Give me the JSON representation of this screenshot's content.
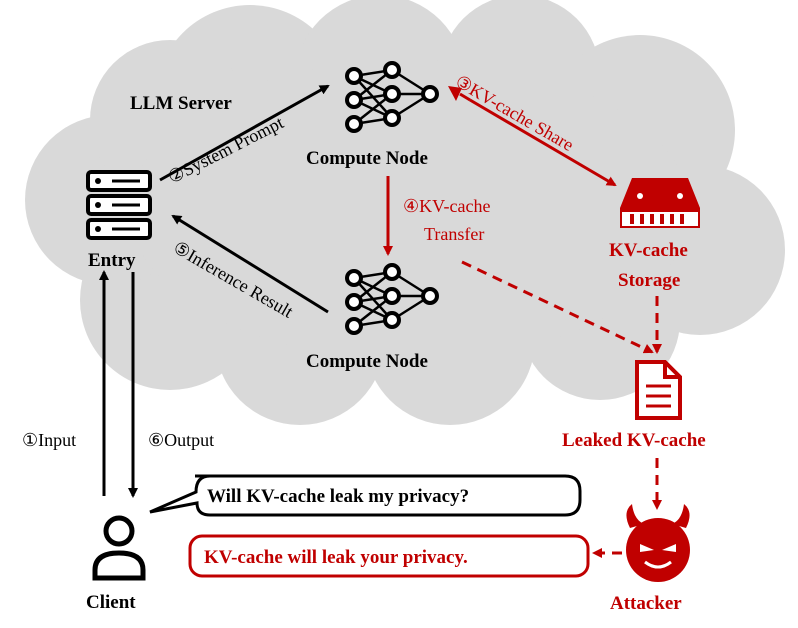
{
  "server_label": "LLM Server",
  "entry_label": "Entry",
  "compute_top_label": "Compute Node",
  "compute_bottom_label": "Compute Node",
  "storage_label_line1": "KV-cache",
  "storage_label_line2": "Storage",
  "leaked_label": "Leaked KV-cache",
  "attacker_label": "Attacker",
  "client_label": "Client",
  "step_input": "①Input",
  "step_system_prompt": "②System Prompt",
  "step_share": "③KV-cache Share",
  "step_transfer_line1": "④KV-cache",
  "step_transfer_line2": "Transfer",
  "step_inference": "⑤Inference Result",
  "step_output": "⑥Output",
  "client_question": "Will KV-cache leak my privacy?",
  "attacker_reply": "KV-cache will leak your privacy.",
  "colors": {
    "black": "#000000",
    "red": "#c00000",
    "cloud": "#d9d9d9"
  },
  "icons": [
    "server-icon",
    "neural-network-icon",
    "storage-drive-icon",
    "document-icon",
    "devil-icon",
    "user-icon"
  ]
}
